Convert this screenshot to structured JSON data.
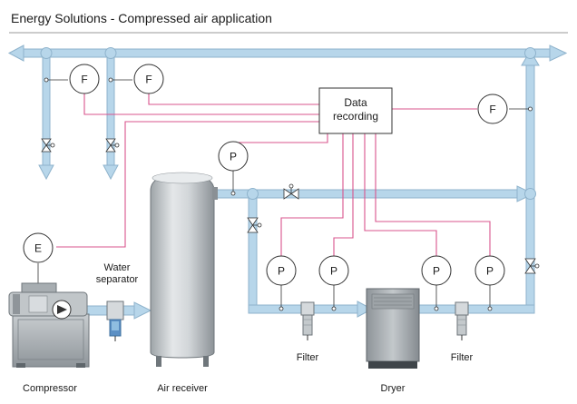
{
  "title": "Energy Solutions - Compressed air application",
  "data_recording": {
    "line1": "Data",
    "line2": "recording"
  },
  "instruments": {
    "f1": "F",
    "f2": "F",
    "f3": "F",
    "p1": "P",
    "p2": "P",
    "p3": "P",
    "p4": "P",
    "p5": "P",
    "e1": "E"
  },
  "labels": {
    "water_separator_1": "Water",
    "water_separator_2": "separator",
    "compressor": "Compressor",
    "air_receiver": "Air receiver",
    "filter_1": "Filter",
    "filter_2": "Filter",
    "dryer": "Dryer"
  },
  "colors": {
    "pipe": "#b7d6ea",
    "signal": "#d9548d",
    "tank": "#c8cccf"
  }
}
